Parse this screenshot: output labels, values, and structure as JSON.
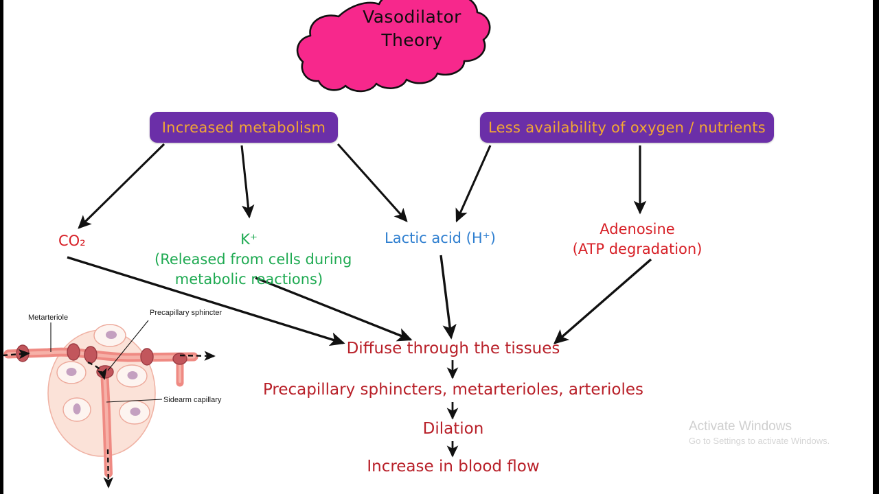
{
  "cloud": {
    "title": "Vasodilator\nTheory",
    "title_line1": "Vasodilator",
    "title_line2": "Theory",
    "fill_color": "#f7288c",
    "stroke_color": "#111111"
  },
  "boxes": [
    {
      "id": "increased-metabolism",
      "label": "Increased metabolism",
      "fill_color": "#6b2fa8",
      "text_color": "#f3a833"
    },
    {
      "id": "less-availability",
      "label": "Less availability of oxygen / nutrients",
      "fill_color": "#6b2fa8",
      "text_color": "#f3a833"
    }
  ],
  "mediators": [
    {
      "id": "co2",
      "label": "CO₂",
      "color": "#d71f26"
    },
    {
      "id": "potassium",
      "line1": "K⁺",
      "line2": "(Released from cells during",
      "line3": "metabolic reactions)",
      "color": "#1faa52"
    },
    {
      "id": "lactic-acid",
      "label": "Lactic acid (H⁺)",
      "color": "#2f7fd0"
    },
    {
      "id": "adenosine",
      "line1": "Adenosine",
      "line2": "(ATP degradation)",
      "color": "#d71f26"
    }
  ],
  "cascade": {
    "color": "#b81f28",
    "steps": [
      {
        "id": "diffuse",
        "label": "Diffuse through the tissues"
      },
      {
        "id": "sphincters",
        "label": "Precapillary sphincters, metarterioles, arterioles"
      },
      {
        "id": "dilation",
        "label": "Dilation"
      },
      {
        "id": "blood-flow",
        "label": "Increase in blood flow"
      }
    ]
  },
  "anatomy_diagram": {
    "labels": [
      {
        "id": "metarteriole",
        "text": "Metarteriole"
      },
      {
        "id": "precapillary-sphincter",
        "text": "Precapillary sphincter"
      },
      {
        "id": "sidearm-capillary",
        "text": "Sidearm capillary"
      }
    ],
    "vessel_color": "#ef8a83",
    "sphincter_color": "#b7393f",
    "tissue_color": "#fbe2d8"
  },
  "watermark": {
    "title": "Activate Windows",
    "subtitle": "Go to Settings to activate Windows."
  }
}
